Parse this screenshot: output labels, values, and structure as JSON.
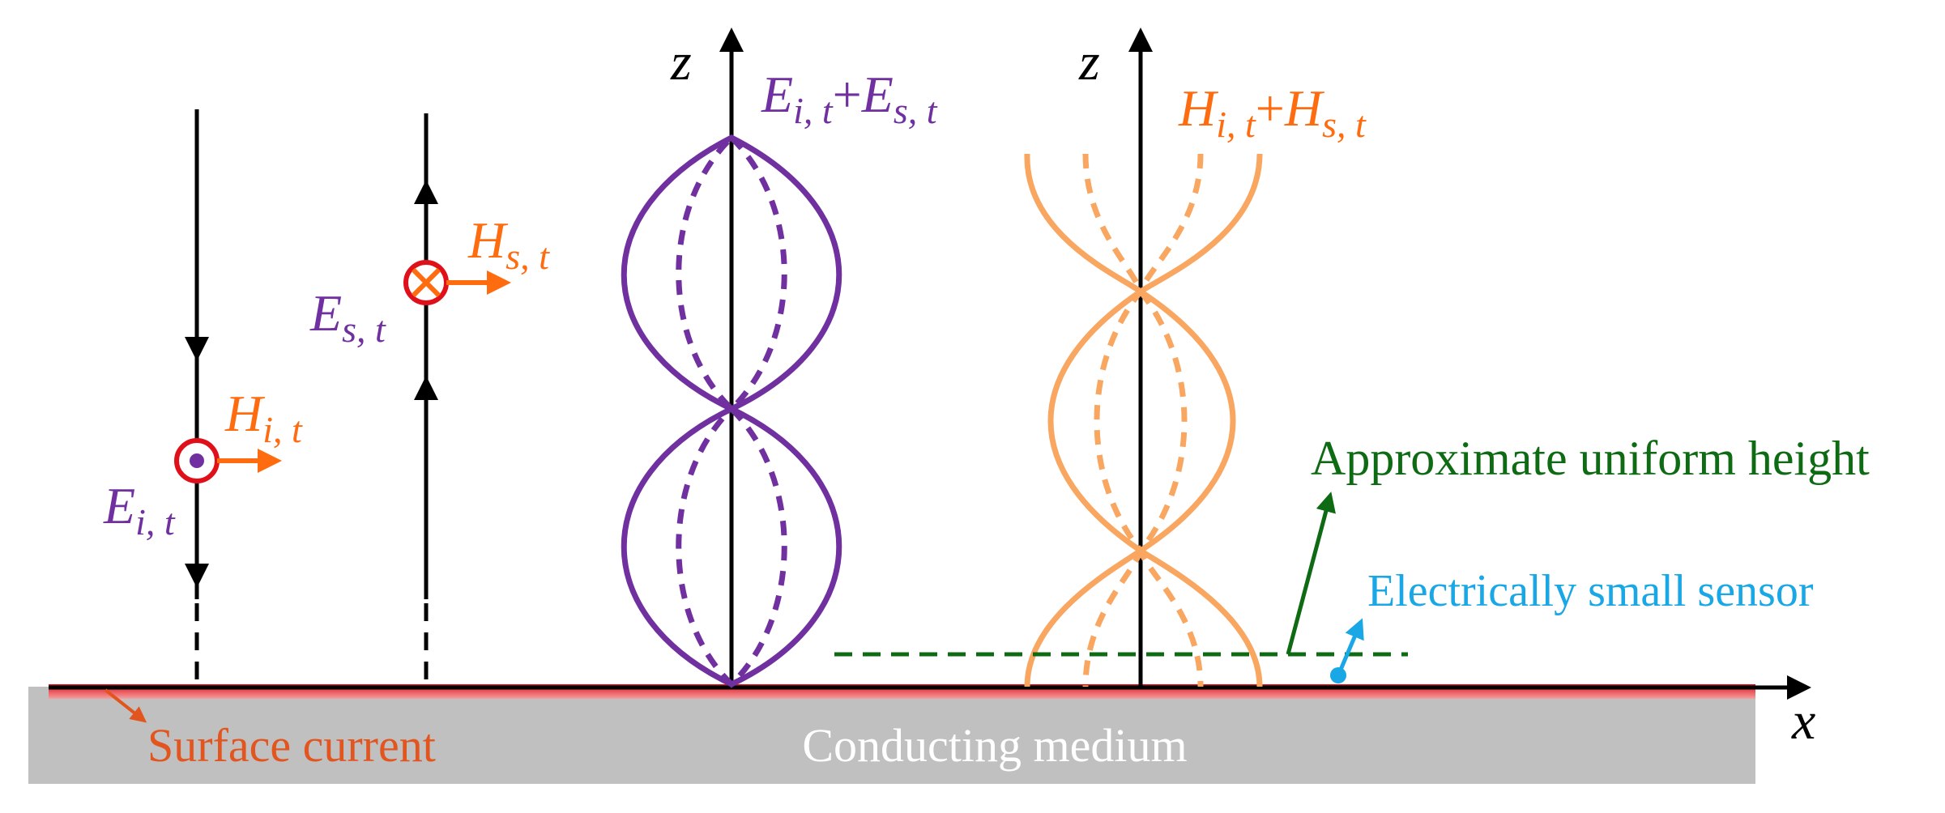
{
  "colors": {
    "purple": "#7030a0",
    "orange": "#ff6b0f",
    "light_orange": "#f8a660",
    "red": "#e0101a",
    "green": "#0e6b14",
    "blue": "#19a7e6",
    "gray": "#c0c0c0",
    "black": "#000000",
    "white": "#ffffff",
    "surface_text": "#e2551e"
  },
  "labels": {
    "z_left": "z",
    "z_right": "z",
    "x_axis": "x",
    "e_sum": {
      "main": "E",
      "sub": "i, t",
      "plus": "+",
      "main2": "E",
      "sub2": "s, t"
    },
    "h_sum": {
      "main": "H",
      "sub": "i, t",
      "plus": "+",
      "main2": "H",
      "sub2": "s, t"
    },
    "e_incident": {
      "main": "E",
      "sub": "i, t"
    },
    "h_incident": {
      "main": "H",
      "sub": "i, t"
    },
    "e_scattered": {
      "main": "E",
      "sub": "s, t"
    },
    "h_scattered": {
      "main": "H",
      "sub": "s, t"
    },
    "approx_height": "Approximate uniform height",
    "sensor": "Electrically small sensor",
    "surface_current": "Surface current",
    "medium": "Conducting medium"
  },
  "icons": {
    "dot_in_circle": "out-of-page-vector-icon",
    "cross_in_circle": "into-page-vector-icon"
  }
}
